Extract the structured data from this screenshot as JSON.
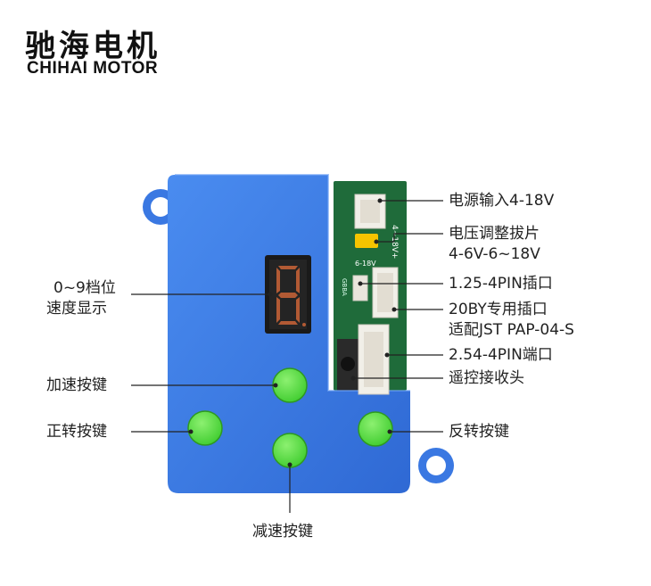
{
  "brand": {
    "name_cn": "驰海电机",
    "name_en": "CHIHAI MOTOR"
  },
  "display": {
    "digit": "8"
  },
  "labels": {
    "power_input": "电源输入4-18V",
    "voltage_jumper_line1": "电压调整拔片",
    "voltage_jumper_line2": "4-6V-6~18V",
    "connector_125": "1.25-4PIN插口",
    "connector_20by_line1": "20BY专用插口",
    "connector_20by_line2": "适配JST PAP-04-S",
    "connector_254": "2.54-4PIN端口",
    "remote_receiver": "遥控接收头",
    "gear_display_line1": "0~9档位",
    "gear_display_line2": "速度显示",
    "speed_up_button": "加速按键",
    "forward_button": "正转按键",
    "reverse_button": "反转按键",
    "speed_down_button": "减速按键"
  },
  "pcb_silkscreen": {
    "voltage_range": "4~18V+",
    "jumper_range": "6-18V",
    "pins": "GBBA"
  },
  "colors": {
    "enclosure": "#3d7de8",
    "button": "#5ee04a",
    "pcb": "#1f6b3a",
    "jumper": "#f5c400",
    "display": "#1a1a1a",
    "segment": "#b25a34"
  }
}
